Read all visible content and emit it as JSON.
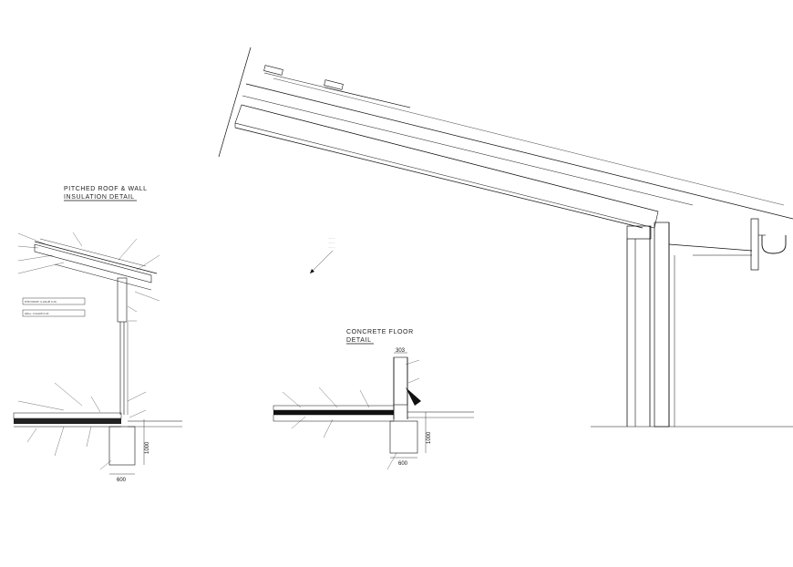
{
  "details": {
    "roof_wall": {
      "title_line1": "PITCHED ROOF & WALL",
      "title_line2": "INSULATION DETAIL",
      "tables": [
        "PITCH ROOF: U-VALUE 0.16",
        "WALL: U-VALUE 0.18"
      ],
      "dims": [
        "1000",
        "600"
      ]
    },
    "concrete_floor": {
      "title_line1": "CONCRETE FLOOR",
      "title_line2": "DETAIL",
      "dims": [
        "303",
        "1000",
        "600"
      ]
    }
  }
}
